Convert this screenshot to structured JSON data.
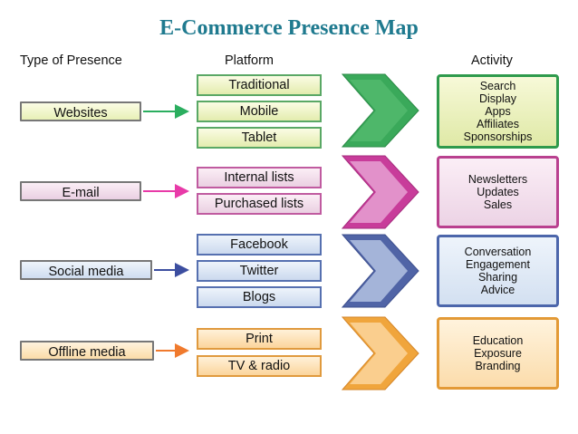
{
  "title": "E-Commerce Presence Map",
  "headers": {
    "type": "Type of Presence",
    "platform": "Platform",
    "activity": "Activity"
  },
  "rows": [
    {
      "type": "Websites",
      "platforms": [
        "Traditional",
        "Mobile",
        "Tablet"
      ],
      "activities": [
        "Search",
        "Display",
        "Apps",
        "Affiliates",
        "Sponsorships"
      ],
      "colors": {
        "light": "#f2f6c8",
        "accent": "#2bae5f",
        "border": "#36a34f"
      }
    },
    {
      "type": "E-mail",
      "platforms": [
        "Internal lists",
        "Purchased lists"
      ],
      "activities": [
        "Newsletters",
        "Updates",
        "Sales"
      ],
      "colors": {
        "light": "#f2d8ea",
        "accent": "#e83aa8",
        "border": "#c23b93"
      }
    },
    {
      "type": "Social media",
      "platforms": [
        "Facebook",
        "Twitter",
        "Blogs"
      ],
      "activities": [
        "Conversation",
        "Engagement",
        "Sharing",
        "Advice"
      ],
      "colors": {
        "light": "#d7e4f3",
        "accent": "#3c4ea0",
        "border": "#4a63a8"
      }
    },
    {
      "type": "Offline media",
      "platforms": [
        "Print",
        "TV & radio"
      ],
      "activities": [
        "Education",
        "Exposure",
        "Branding"
      ],
      "colors": {
        "light": "#fde2b8",
        "accent": "#f07a2d",
        "border": "#e89434"
      }
    }
  ]
}
